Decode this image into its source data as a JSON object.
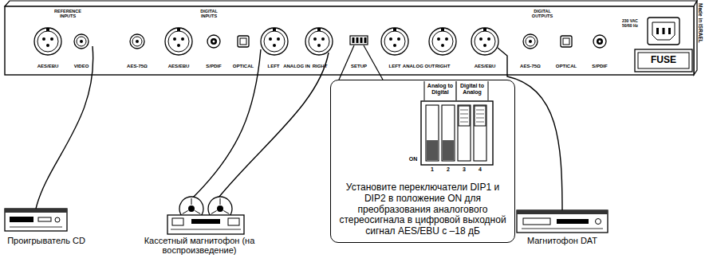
{
  "diagram": {
    "nodes": [
      {
        "text": [
          "Установите переключатели DIP1 и DIP2 в положение ON для преобразования аналогового стереосигнала в цифровой выходной сигнал AES/EBU с –18 дБ"
        ]
      }
    ],
    "labels": [
      "REFERENCE INPUTS",
      "AES/EBU",
      "VIDEO",
      "DIGITAL INPUTS",
      "AES-75Ω",
      "AES/EBU",
      "S/PDIF",
      "OPTICAL",
      "LEFT",
      "ANALOG IN",
      "RIGHT",
      "SETUP",
      "LEFT",
      "ANALOG OUT",
      "RIGHT",
      "DIGITAL OUTPUTS",
      "AES/EBU",
      "AES-75Ω",
      "OPTICAL",
      "S/PDIF",
      "230 VAC 50/60 Hz",
      "FUSE",
      "Made in ISRAEL",
      "Analog to Digital",
      "Digital to Analog",
      "ON",
      "1",
      "2",
      "3",
      "4",
      "Проигрыватель CD",
      "Кассетный магнитофон (на воспроизведение)",
      "Магнитофон DAT"
    ]
  }
}
